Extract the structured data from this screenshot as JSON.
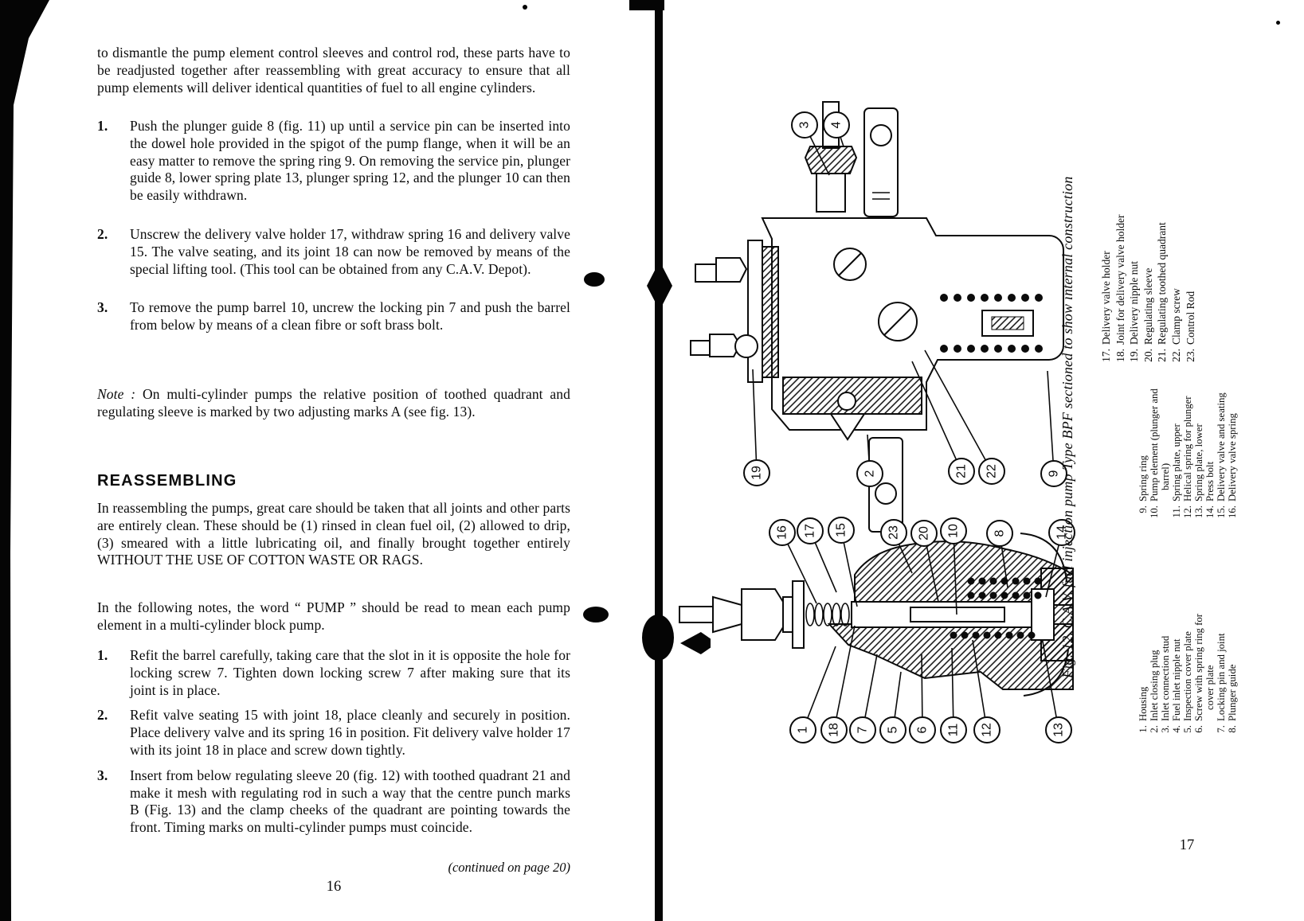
{
  "colors": {
    "paper": "#ffffff",
    "ink": "#0b0b0b"
  },
  "left_page": {
    "intro": "to dismantle the pump element control sleeves and control rod, these parts have to be readjusted together after reassembling with great accuracy to ensure that all pump elements will deliver identical quantities of fuel to all engine cylinders.",
    "dismantle_steps": [
      {
        "num": "1.",
        "text": "Push the plunger guide 8 (fig. 11) up until a service pin can be inserted into the dowel hole provided in the spigot of the pump flange, when it will be an easy matter to remove the spring ring 9. On removing the service pin, plunger guide 8, lower spring plate 13, plunger spring 12, and the plunger 10 can then be easily withdrawn."
      },
      {
        "num": "2.",
        "text": "Unscrew the delivery valve holder 17, withdraw spring 16 and delivery valve 15.  The valve seating, and its joint 18 can now be removed by means of the special lifting tool.  (This tool can be obtained from any C.A.V. Depot)."
      },
      {
        "num": "3.",
        "text": "To remove the pump barrel 10, uncrew the locking pin 7 and push the barrel from below by means of a clean fibre or soft brass bolt."
      }
    ],
    "note_label": "Note :",
    "note_text": " On multi-cylinder pumps the relative position of toothed quadrant and regulating sleeve is marked by two adjusting marks A (see fig. 13).",
    "heading": "REASSEMBLING",
    "reassembling_intro": "In reassembling the pumps, great care should be taken that all joints and other parts are entirely clean.  These should be (1) rinsed in clean fuel oil, (2) allowed to drip, (3) smeared with a little lubricating oil, and finally brought together entirely WITHOUT THE USE OF COTTON WASTE OR RAGS.",
    "pump_note": "In the following notes, the word “ PUMP ” should be read to mean each pump element in a multi-cylinder block pump.",
    "reassemble_steps": [
      {
        "num": "1.",
        "text": "Refit the barrel carefully, taking care that the slot in it is opposite the hole for locking screw 7.   Tighten down locking screw 7 after making sure that its joint is in place."
      },
      {
        "num": "2.",
        "text": "Refit valve seating 15 with joint 18, place cleanly and securely in position.  Place delivery valve and its spring 16 in position.  Fit delivery valve holder 17 with its joint 18 in place and screw down tightly."
      },
      {
        "num": "3.",
        "text": "Insert from below regulating sleeve 20 (fig. 12) with toothed quadrant 21 and make it mesh with regulating rod in such a way that the centre punch marks B (Fig. 13) and the clamp cheeks of the quadrant are pointing towards the front.  Timing marks on multi-cylinder pumps must coincide."
      }
    ],
    "continued": "(continued on page 20)",
    "page_number": "16"
  },
  "right_page": {
    "figure": {
      "caption": "Fig. 12.  C.A.V. fuel injection pump Type BPF sectioned to show internal construction",
      "top_view_callouts": {
        "top": [
          "3",
          "4"
        ],
        "bottom": [
          "19",
          "2",
          "21",
          "22",
          "9"
        ]
      },
      "side_view_callouts": {
        "top": [
          "16",
          "17",
          "15",
          "23",
          "20",
          "10",
          "8",
          "14"
        ],
        "bottom": [
          "1",
          "18",
          "7",
          "5",
          "6",
          "11",
          "12",
          "13"
        ]
      },
      "legend": {
        "col_1_8": [
          {
            "num": "1.",
            "text": "Housing"
          },
          {
            "num": "2.",
            "text": "Inlet closing plug"
          },
          {
            "num": "3.",
            "text": "Inlet connection stud"
          },
          {
            "num": "4.",
            "text": "Fuel inlet nipple nut"
          },
          {
            "num": "5.",
            "text": "Inspection cover plate"
          },
          {
            "num": "6.",
            "text": "Screw with spring ring for",
            "cont": "cover plate"
          },
          {
            "num": "7.",
            "text": "Locking pin and joint"
          },
          {
            "num": "8.",
            "text": "Plunger guide"
          }
        ],
        "col_9_16": [
          {
            "num": "9.",
            "text": "Spring ring"
          },
          {
            "num": "10.",
            "text": "Pump element (plunger and",
            "cont": "barrel)"
          },
          {
            "num": "11.",
            "text": "Spring plate, upper"
          },
          {
            "num": "12.",
            "text": "Helical spring for plunger"
          },
          {
            "num": "13.",
            "text": "Spring plate, lower"
          },
          {
            "num": "14.",
            "text": "Press bolt"
          },
          {
            "num": "15.",
            "text": "Delivery valve and seating"
          },
          {
            "num": "16.",
            "text": "Delivery valve spring"
          }
        ],
        "col_17_23": [
          {
            "num": "17.",
            "text": "Delivery valve holder"
          },
          {
            "num": "18.",
            "text": "Joint for delivery valve holder"
          },
          {
            "num": "19.",
            "text": "Delivery nipple nut"
          },
          {
            "num": "20.",
            "text": "Regulating sleeve"
          },
          {
            "num": "21.",
            "text": "Regulating toothed quadrant"
          },
          {
            "num": "22.",
            "text": "Clamp screw"
          },
          {
            "num": "23.",
            "text": "Control Rod"
          }
        ]
      }
    },
    "page_number": "17"
  }
}
